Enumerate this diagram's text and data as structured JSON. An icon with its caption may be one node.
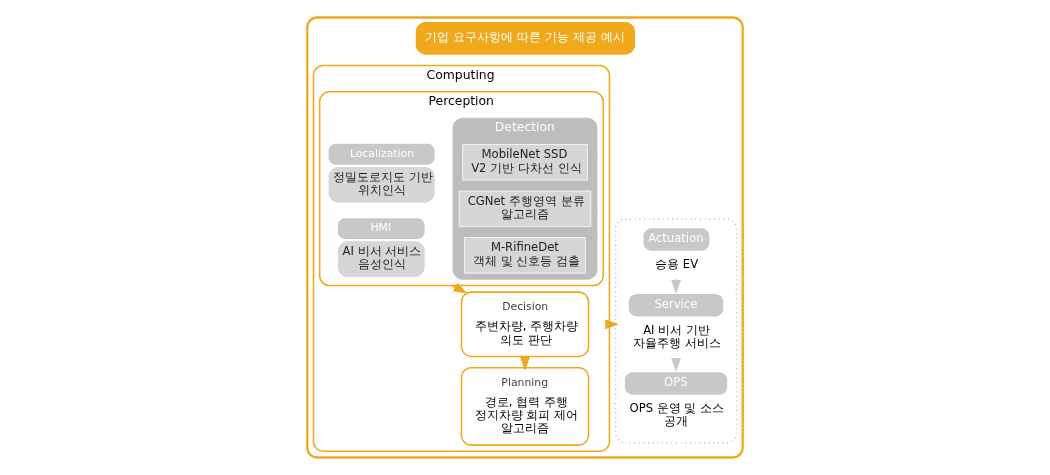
{
  "diagram": {
    "nodes": [
      {
        "text": [
          "기업 요구사항에 따른 기능 제공 예시"
        ]
      },
      {
        "text": [
          "Computing"
        ],
        "in": 0
      },
      {
        "text": [
          "Perception"
        ],
        "in": 1
      },
      {
        "text": [
          "Localization",
          "정밀도로지도 기반 위치인식"
        ],
        "in": 2
      },
      {
        "text": [
          "HMI",
          "AI 비서 서비스 음성인식"
        ],
        "in": 2
      },
      {
        "text": [
          "Detection"
        ],
        "in": 2
      },
      {
        "text": [
          "MobileNet SSD V2 기반 다차선 인식"
        ],
        "in": 5
      },
      {
        "text": [
          "CGNet 주행영역 분류 알고리즘"
        ],
        "in": 5
      },
      {
        "text": [
          "M-RifineDet 객체 및 신호등 검출"
        ],
        "in": 5
      },
      {
        "text": [
          "Decision",
          "주변차량, 주행차량 의도 판단"
        ],
        "in": 1
      },
      {
        "text": [
          "Planning",
          "경로, 협력 주행 정지차량 회피 제어 알고리즘"
        ],
        "in": 1
      },
      {
        "text": [],
        "shape": "box",
        "in": 0
      },
      {
        "text": [
          "Actuation",
          "승용 EV"
        ],
        "in": 11
      },
      {
        "text": [
          "Service",
          "AI 비서 기반 자율주행 서비스"
        ],
        "in": 11
      },
      {
        "text": [
          "OPS",
          "OPS 운영 및 소스 공개"
        ],
        "in": 11
      }
    ],
    "edges": [
      {
        "from": 2,
        "to": 9,
        "arrow": "to"
      },
      {
        "from": 9,
        "to": 10,
        "arrow": "to"
      },
      {
        "from": 1,
        "to": 11,
        "arrow": "to"
      },
      {
        "from": 12,
        "to": 13,
        "arrow": "to",
        "color": "#c8c8c8"
      },
      {
        "from": 13,
        "to": 14,
        "arrow": "to",
        "color": "#c8c8c8"
      }
    ]
  }
}
